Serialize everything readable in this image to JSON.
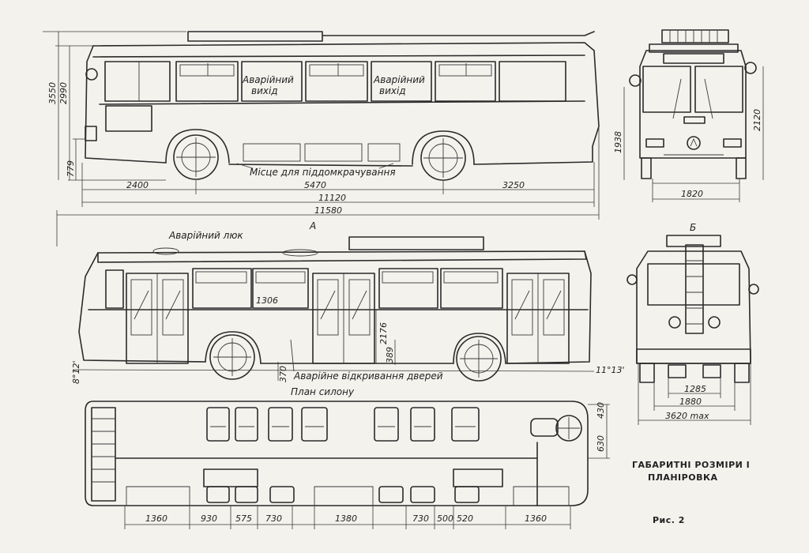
{
  "caption": {
    "line1": "ГАБАРИТНІ РОЗМІРИ І",
    "line2": "ПЛАНІРОВКА",
    "figure": "Рис. 2"
  },
  "labels": {
    "emergency_exit_1": "Аварійний",
    "emergency_exit_2": "вихід",
    "jacking_place": "Місце для піддомкрачування",
    "roof_hatch": "Аварійний люк",
    "emergency_door": "Аварійне відкривання дверей",
    "floor_plan": "План силону",
    "view_a": "А",
    "view_b": "Б"
  },
  "dimensions": {
    "h_3550": "3550",
    "h_2990": "2990",
    "h_779": "779",
    "d_2400": "2400",
    "d_5470": "5470",
    "d_3250": "3250",
    "d_11120": "11120",
    "d_11580": "11580",
    "h_1938": "1938",
    "h_2120": "2120",
    "d_1820": "1820",
    "d_1306": "1306",
    "h_2176": "2176",
    "h_389": "389",
    "h_370": "370",
    "angle_front": "8°12'",
    "angle_rear": "11°13'",
    "d_1285": "1285",
    "d_1880": "1880",
    "d_3620": "3620 max",
    "d_430": "430",
    "d_630": "630",
    "d_1360": "1360",
    "d_930": "930",
    "d_575": "575",
    "d_730": "730",
    "d_1380": "1380",
    "d_500": "500",
    "d_520": "520"
  }
}
